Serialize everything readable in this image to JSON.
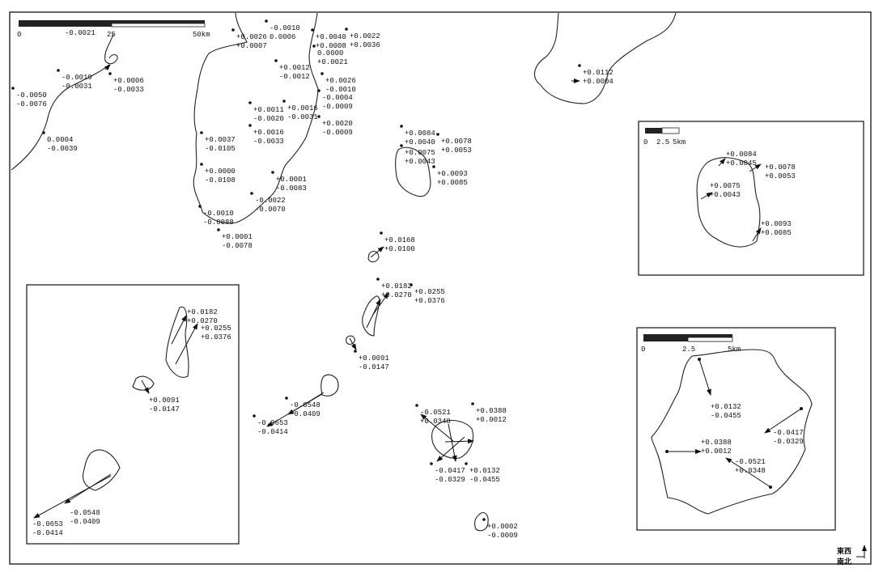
{
  "map": {
    "scale_main": {
      "ticks": [
        "0",
        "25",
        "50km"
      ]
    },
    "scale_inset_tr": {
      "ticks": [
        "0",
        "2.5",
        "5km"
      ]
    },
    "scale_inset_br": {
      "ticks": [
        "0",
        "2.5",
        "5km"
      ]
    },
    "legend": {
      "line1": "東西",
      "line2": "南北"
    },
    "single_label": "-0.0021",
    "labels": {
      "main": [
        [
          "-0.0010",
          "0.0006"
        ],
        [
          "+0.0026",
          "+0.0007"
        ],
        [
          "+0.0040",
          "+0.0008"
        ],
        [
          "+0.0022",
          "+0.0036"
        ],
        [
          "0.0000",
          "+0.0021"
        ],
        [
          "+0.0012",
          "-0.0012"
        ],
        [
          "+0.0026",
          "-0.0010"
        ],
        [
          "-0.0004",
          "-0.0009"
        ],
        [
          "+0.0011",
          "-0.0020"
        ],
        [
          "+0.0016",
          "-0.0031"
        ],
        [
          "+0.0020",
          "-0.0009"
        ],
        [
          "+0.0016",
          "-0.0033"
        ],
        [
          "+0.0037",
          "-0.0105"
        ],
        [
          "+0.0000",
          "-0.0108"
        ],
        [
          "+0.0001",
          "-0.0083"
        ],
        [
          "-0.0022",
          "-0.0070"
        ],
        [
          "-0.0010",
          "-0.0088"
        ],
        [
          "+0.0001",
          "-0.0078"
        ],
        [
          "-0.0019",
          "-0.0031"
        ],
        [
          "+0.0006",
          "-0.0033"
        ],
        [
          "-0.0050",
          "-0.0076"
        ],
        [
          "0.0004",
          "-0.0039"
        ],
        [
          "+0.0112",
          "+0.0004"
        ],
        [
          "+0.0084",
          "+0.0040"
        ],
        [
          "+0.0078",
          "+0.0053"
        ],
        [
          "+0.0075",
          "+0.0043"
        ],
        [
          "+0.0093",
          "+0.0085"
        ],
        [
          "+0.0168",
          "+0.0100"
        ],
        [
          "+0.0182",
          "+0.0270"
        ],
        [
          "+0.0255",
          "+0.0376"
        ],
        [
          "+0.0091",
          "-0.0147"
        ],
        [
          "-0.0548",
          "-0.0409"
        ],
        [
          "-0.0653",
          "-0.0414"
        ],
        [
          "-0.0521",
          "+0.0348"
        ],
        [
          "+0.0388",
          "+0.0012"
        ],
        [
          "-0.0417",
          "-0.0329"
        ],
        [
          "+0.0132",
          "-0.0455"
        ],
        [
          "+0.0002",
          "-0.0009"
        ]
      ],
      "inset_tr": [
        [
          "+0.0084",
          "+0.0045"
        ],
        [
          "+0.0078",
          "+0.0053"
        ],
        [
          "+0.0075",
          "+0.0043"
        ],
        [
          "+0.0093",
          "+0.0085"
        ]
      ],
      "inset_left": [
        [
          "+0.0182",
          "+0.0270"
        ],
        [
          "+0.0255",
          "+0.0376"
        ],
        [
          "+0.0091",
          "-0.0147"
        ],
        [
          "-0.0548",
          "-0.0409"
        ],
        [
          "-0.0653",
          "-0.0414"
        ]
      ],
      "inset_br": [
        [
          "+0.0132",
          "-0.0455"
        ],
        [
          "+0.0388",
          "+0.0012"
        ],
        [
          "-0.0521",
          "+0.0348"
        ],
        [
          "-0.0417",
          "-0.0329"
        ]
      ]
    }
  }
}
